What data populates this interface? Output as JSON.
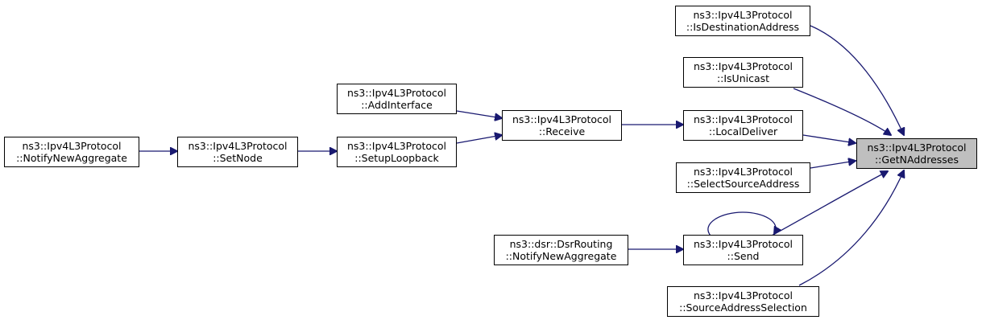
{
  "graph": {
    "nodes": {
      "getnaddresses": {
        "line1": "ns3::Ipv4L3Protocol",
        "line2": "::GetNAddresses"
      },
      "isdestinationaddress": {
        "line1": "ns3::Ipv4L3Protocol",
        "line2": "::IsDestinationAddress"
      },
      "isunicast": {
        "line1": "ns3::Ipv4L3Protocol",
        "line2": "::IsUnicast"
      },
      "localdeliver": {
        "line1": "ns3::Ipv4L3Protocol",
        "line2": "::LocalDeliver"
      },
      "selectsourceaddress": {
        "line1": "ns3::Ipv4L3Protocol",
        "line2": "::SelectSourceAddress"
      },
      "send": {
        "line1": "ns3::Ipv4L3Protocol",
        "line2": "::Send"
      },
      "sourceaddressselection": {
        "line1": "ns3::Ipv4L3Protocol",
        "line2": "::SourceAddressSelection"
      },
      "receive": {
        "line1": "ns3::Ipv4L3Protocol",
        "line2": "::Receive"
      },
      "addinterface": {
        "line1": "ns3::Ipv4L3Protocol",
        "line2": "::AddInterface"
      },
      "setuploopback": {
        "line1": "ns3::Ipv4L3Protocol",
        "line2": "::SetupLoopback"
      },
      "setnode": {
        "line1": "ns3::Ipv4L3Protocol",
        "line2": "::SetNode"
      },
      "notifynewaggregate": {
        "line1": "ns3::Ipv4L3Protocol",
        "line2": "::NotifyNewAggregate"
      },
      "dsr_notifynewaggregate": {
        "line1": "ns3::dsr::DsrRouting",
        "line2": "::NotifyNewAggregate"
      }
    },
    "edges": [
      {
        "from": "isdestinationaddress",
        "to": "getnaddresses"
      },
      {
        "from": "isunicast",
        "to": "getnaddresses"
      },
      {
        "from": "localdeliver",
        "to": "getnaddresses"
      },
      {
        "from": "selectsourceaddress",
        "to": "getnaddresses"
      },
      {
        "from": "send",
        "to": "getnaddresses"
      },
      {
        "from": "sourceaddressselection",
        "to": "getnaddresses"
      },
      {
        "from": "receive",
        "to": "localdeliver"
      },
      {
        "from": "addinterface",
        "to": "receive"
      },
      {
        "from": "setuploopback",
        "to": "receive"
      },
      {
        "from": "setnode",
        "to": "setuploopback"
      },
      {
        "from": "notifynewaggregate",
        "to": "setnode"
      },
      {
        "from": "dsr_notifynewaggregate",
        "to": "send"
      },
      {
        "from": "send",
        "to": "send"
      }
    ],
    "colors": {
      "edge": "#191970",
      "current_node_fill": "#bfbfbf",
      "node_border": "#000000"
    }
  }
}
